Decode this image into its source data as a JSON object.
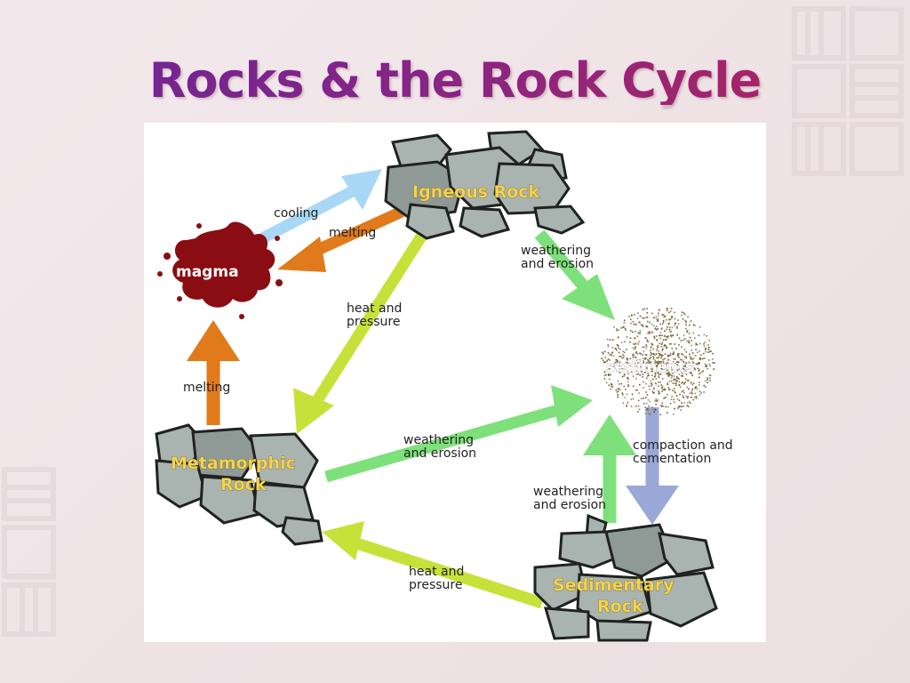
{
  "slide": {
    "title": "Rocks & the Rock Cycle"
  },
  "diagram": {
    "nodes": {
      "igneous": "Igneous Rock",
      "magma": "magma",
      "sediments": "sediments",
      "metamorphic_line1": "Metamorphic",
      "metamorphic_line2": "Rock",
      "sedimentary_line1": "Sedimentary",
      "sedimentary_line2": "Rock"
    },
    "labels": {
      "cooling": "cooling",
      "melting_top": "melting",
      "melting_left": "melting",
      "heat_pressure_center_1": "heat and",
      "heat_pressure_center_2": "pressure",
      "weathering_top_1": "weathering",
      "weathering_top_2": "and erosion",
      "weathering_mid_1": "weathering",
      "weathering_mid_2": "and erosion",
      "weathering_right_1": "weathering",
      "weathering_right_2": "and erosion",
      "compaction_1": "compaction and",
      "compaction_2": "cementation",
      "heat_pressure_bottom_1": "heat and",
      "heat_pressure_bottom_2": "pressure"
    },
    "colors": {
      "cooling_arrow": "#a8d8f5",
      "melting_arrow": "#e07a1a",
      "heat_pressure_arrow": "#c6e23a",
      "weathering_arrow": "#7ee07a",
      "compaction_arrow": "#9aa8d8",
      "magma": "#8a0d14",
      "rock_fill": "#a9b3b0",
      "rock_label": "#f6d34a"
    }
  }
}
